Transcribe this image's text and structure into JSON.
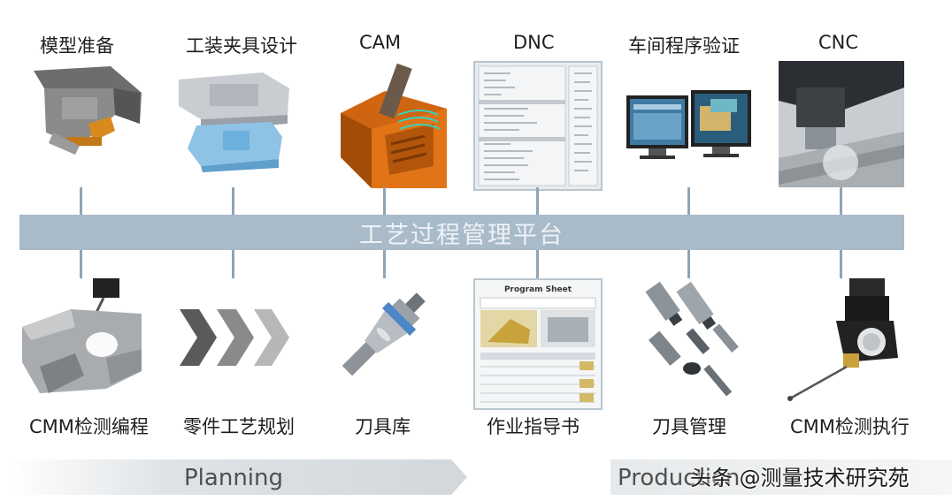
{
  "top_items": [
    {
      "label": "模型准备",
      "icon": "part-model-icon"
    },
    {
      "label": "工装夹具设计",
      "icon": "fixture-design-icon"
    },
    {
      "label": "CAM",
      "icon": "cam-toolpath-icon"
    },
    {
      "label": "DNC",
      "icon": "nc-code-listing-icon"
    },
    {
      "label": "车间程序验证",
      "icon": "monitors-icon"
    },
    {
      "label": "CNC",
      "icon": "cnc-spindle-icon"
    }
  ],
  "platform": {
    "label": "工艺过程管理平台",
    "color": "#a9bac8"
  },
  "bottom_items": [
    {
      "label": "CMM检测编程",
      "icon": "cmm-probe-part-icon"
    },
    {
      "label": "零件工艺规划",
      "icon": "chevron-arrows-icon"
    },
    {
      "label": "刀具库",
      "icon": "tool-holder-icon"
    },
    {
      "label": "作业指导书",
      "icon": "program-sheet-icon"
    },
    {
      "label": "刀具管理",
      "icon": "tool-set-icon"
    },
    {
      "label": "CMM检测执行",
      "icon": "cmm-probe-head-icon"
    }
  ],
  "program_sheet_title": "Program Sheet",
  "phases": {
    "planning": "Planning",
    "production": "Production"
  },
  "watermark": "头条 @测量技术研究苑"
}
